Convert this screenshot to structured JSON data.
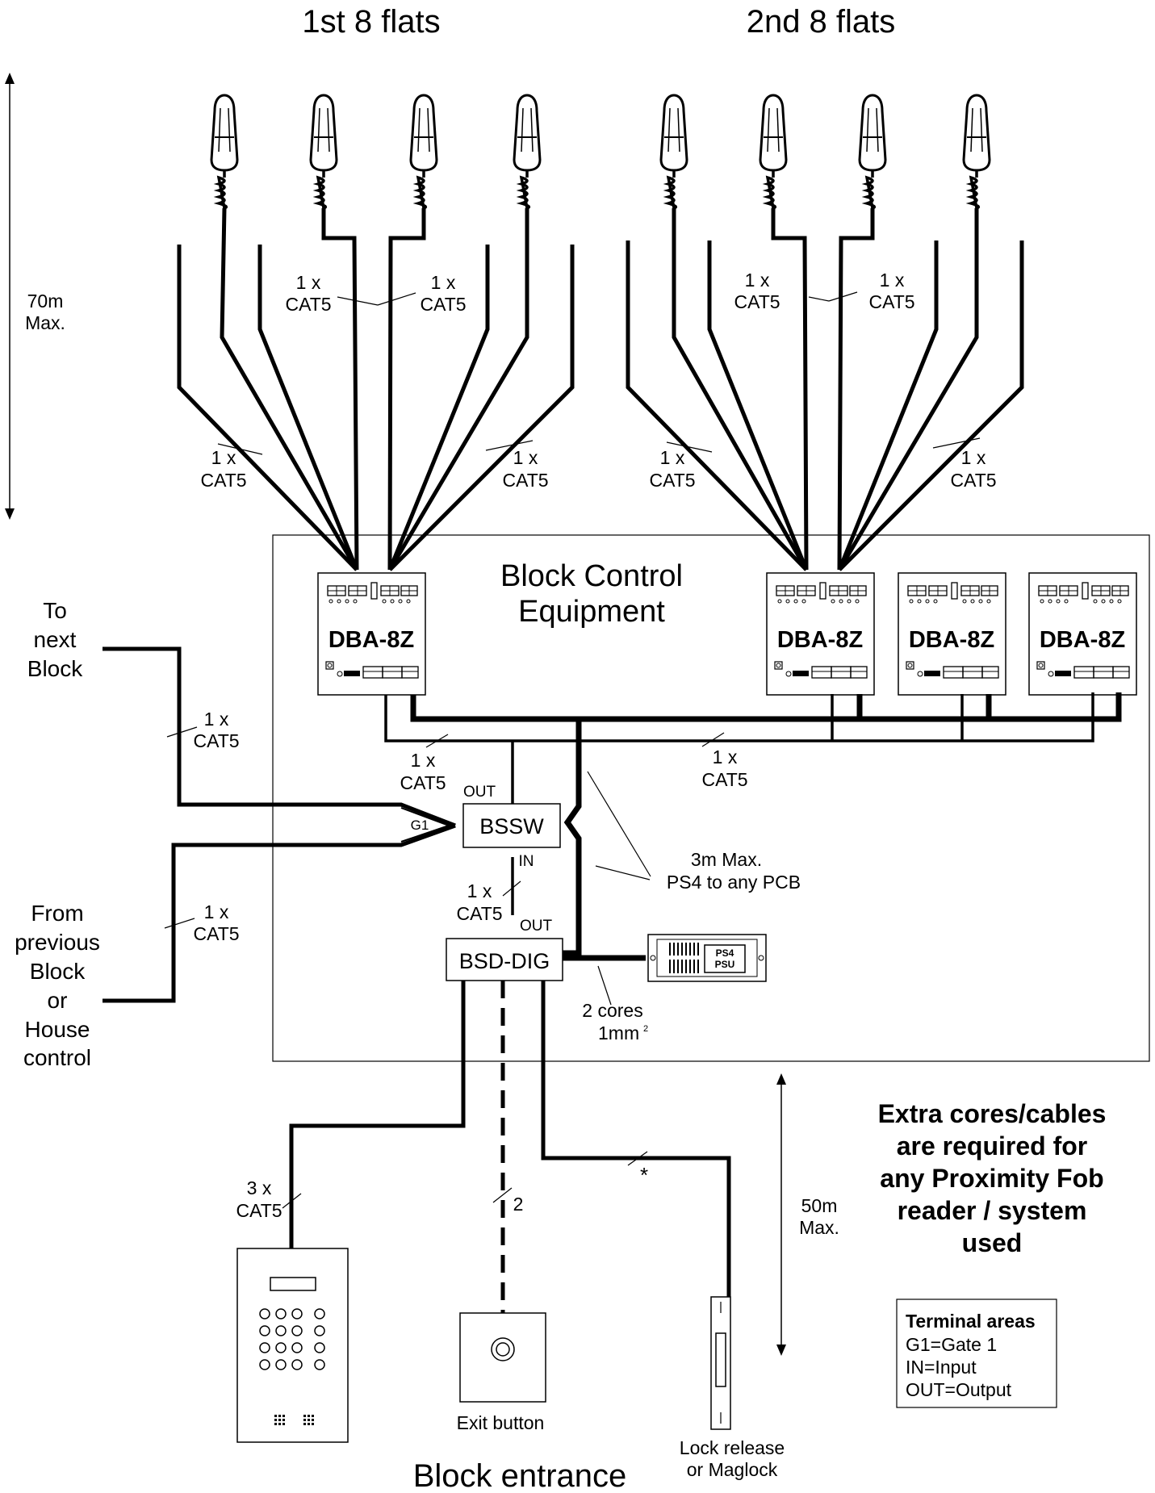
{
  "headings": {
    "group1": "1st 8 flats",
    "group2": "2nd 8 flats",
    "block_control_line1": "Block Control",
    "block_control_line2": "Equipment",
    "entrance": "Block entrance"
  },
  "distances": {
    "top_value": "70m",
    "top_suffix": "Max.",
    "bottom_value": "50m",
    "bottom_suffix": "Max."
  },
  "cable": {
    "count": "1 x",
    "type": "CAT5",
    "panel_count": "3 x",
    "exit_cores": "2",
    "lock_mark": "*",
    "psu_line1": "2 cores",
    "psu_line2": "1mm",
    "psu_sup": "2",
    "ps4_line1": "3m Max.",
    "ps4_line2": "PS4 to any PCB"
  },
  "devices": {
    "dba": "DBA-8Z",
    "bssw": "BSSW",
    "bsd": "BSD-DIG",
    "psu_line1": "PS4",
    "psu_line2": "PSU",
    "exit_button": "Exit button",
    "lock_line1": "Lock release",
    "lock_line2": "or Maglock"
  },
  "terminals": {
    "out": "OUT",
    "in": "IN",
    "g1": "G1"
  },
  "side_labels": {
    "next": [
      "To",
      "next",
      "Block"
    ],
    "previous": [
      "From",
      "previous",
      "Block",
      "or",
      "House",
      "control"
    ]
  },
  "note": [
    "Extra cores/cables",
    "are required for",
    "any Proximity Fob",
    "reader / system",
    "used"
  ],
  "legend": {
    "title": "Terminal areas",
    "items": [
      "G1=Gate 1",
      "IN=Input",
      "OUT=Output"
    ]
  }
}
